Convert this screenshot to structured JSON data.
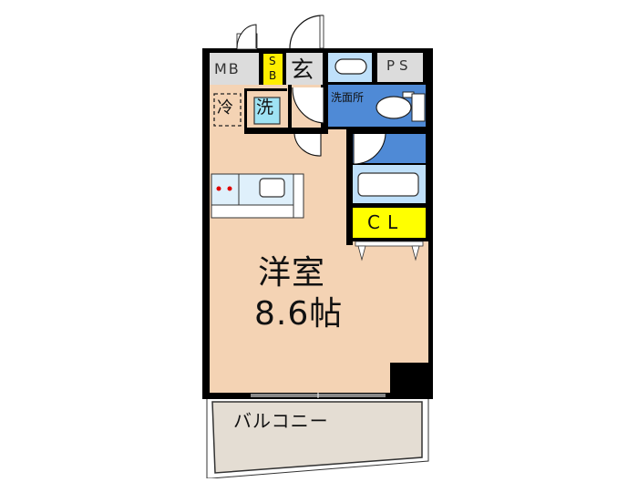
{
  "floorplan": {
    "rooms": {
      "main": {
        "name": "洋室",
        "size": "8.6帖"
      },
      "balcony": {
        "name": "バルコニー"
      },
      "closet": {
        "name": "CL"
      },
      "washroom": {
        "name": "洗面所"
      },
      "entrance": {
        "name": "玄"
      },
      "meter_box": {
        "name": "MB"
      },
      "shoe_box": {
        "name_top": "S",
        "name_bottom": "B"
      },
      "pipe_space": {
        "name": "PS"
      },
      "fridge": {
        "name": "冷"
      },
      "washer": {
        "name": "洗"
      }
    },
    "colors": {
      "wall": "#000000",
      "floor": "#f4d3b4",
      "wet_area": "#4f8ad6",
      "wet_light": "#bfe0fa",
      "closet": "#ffff00",
      "utility_gray": "#dcdcdc",
      "balcony": "#e4ddd3",
      "kitchen": "#dff0fb",
      "washer": "#9fe3f4",
      "stove_dot": "#e00000"
    }
  }
}
